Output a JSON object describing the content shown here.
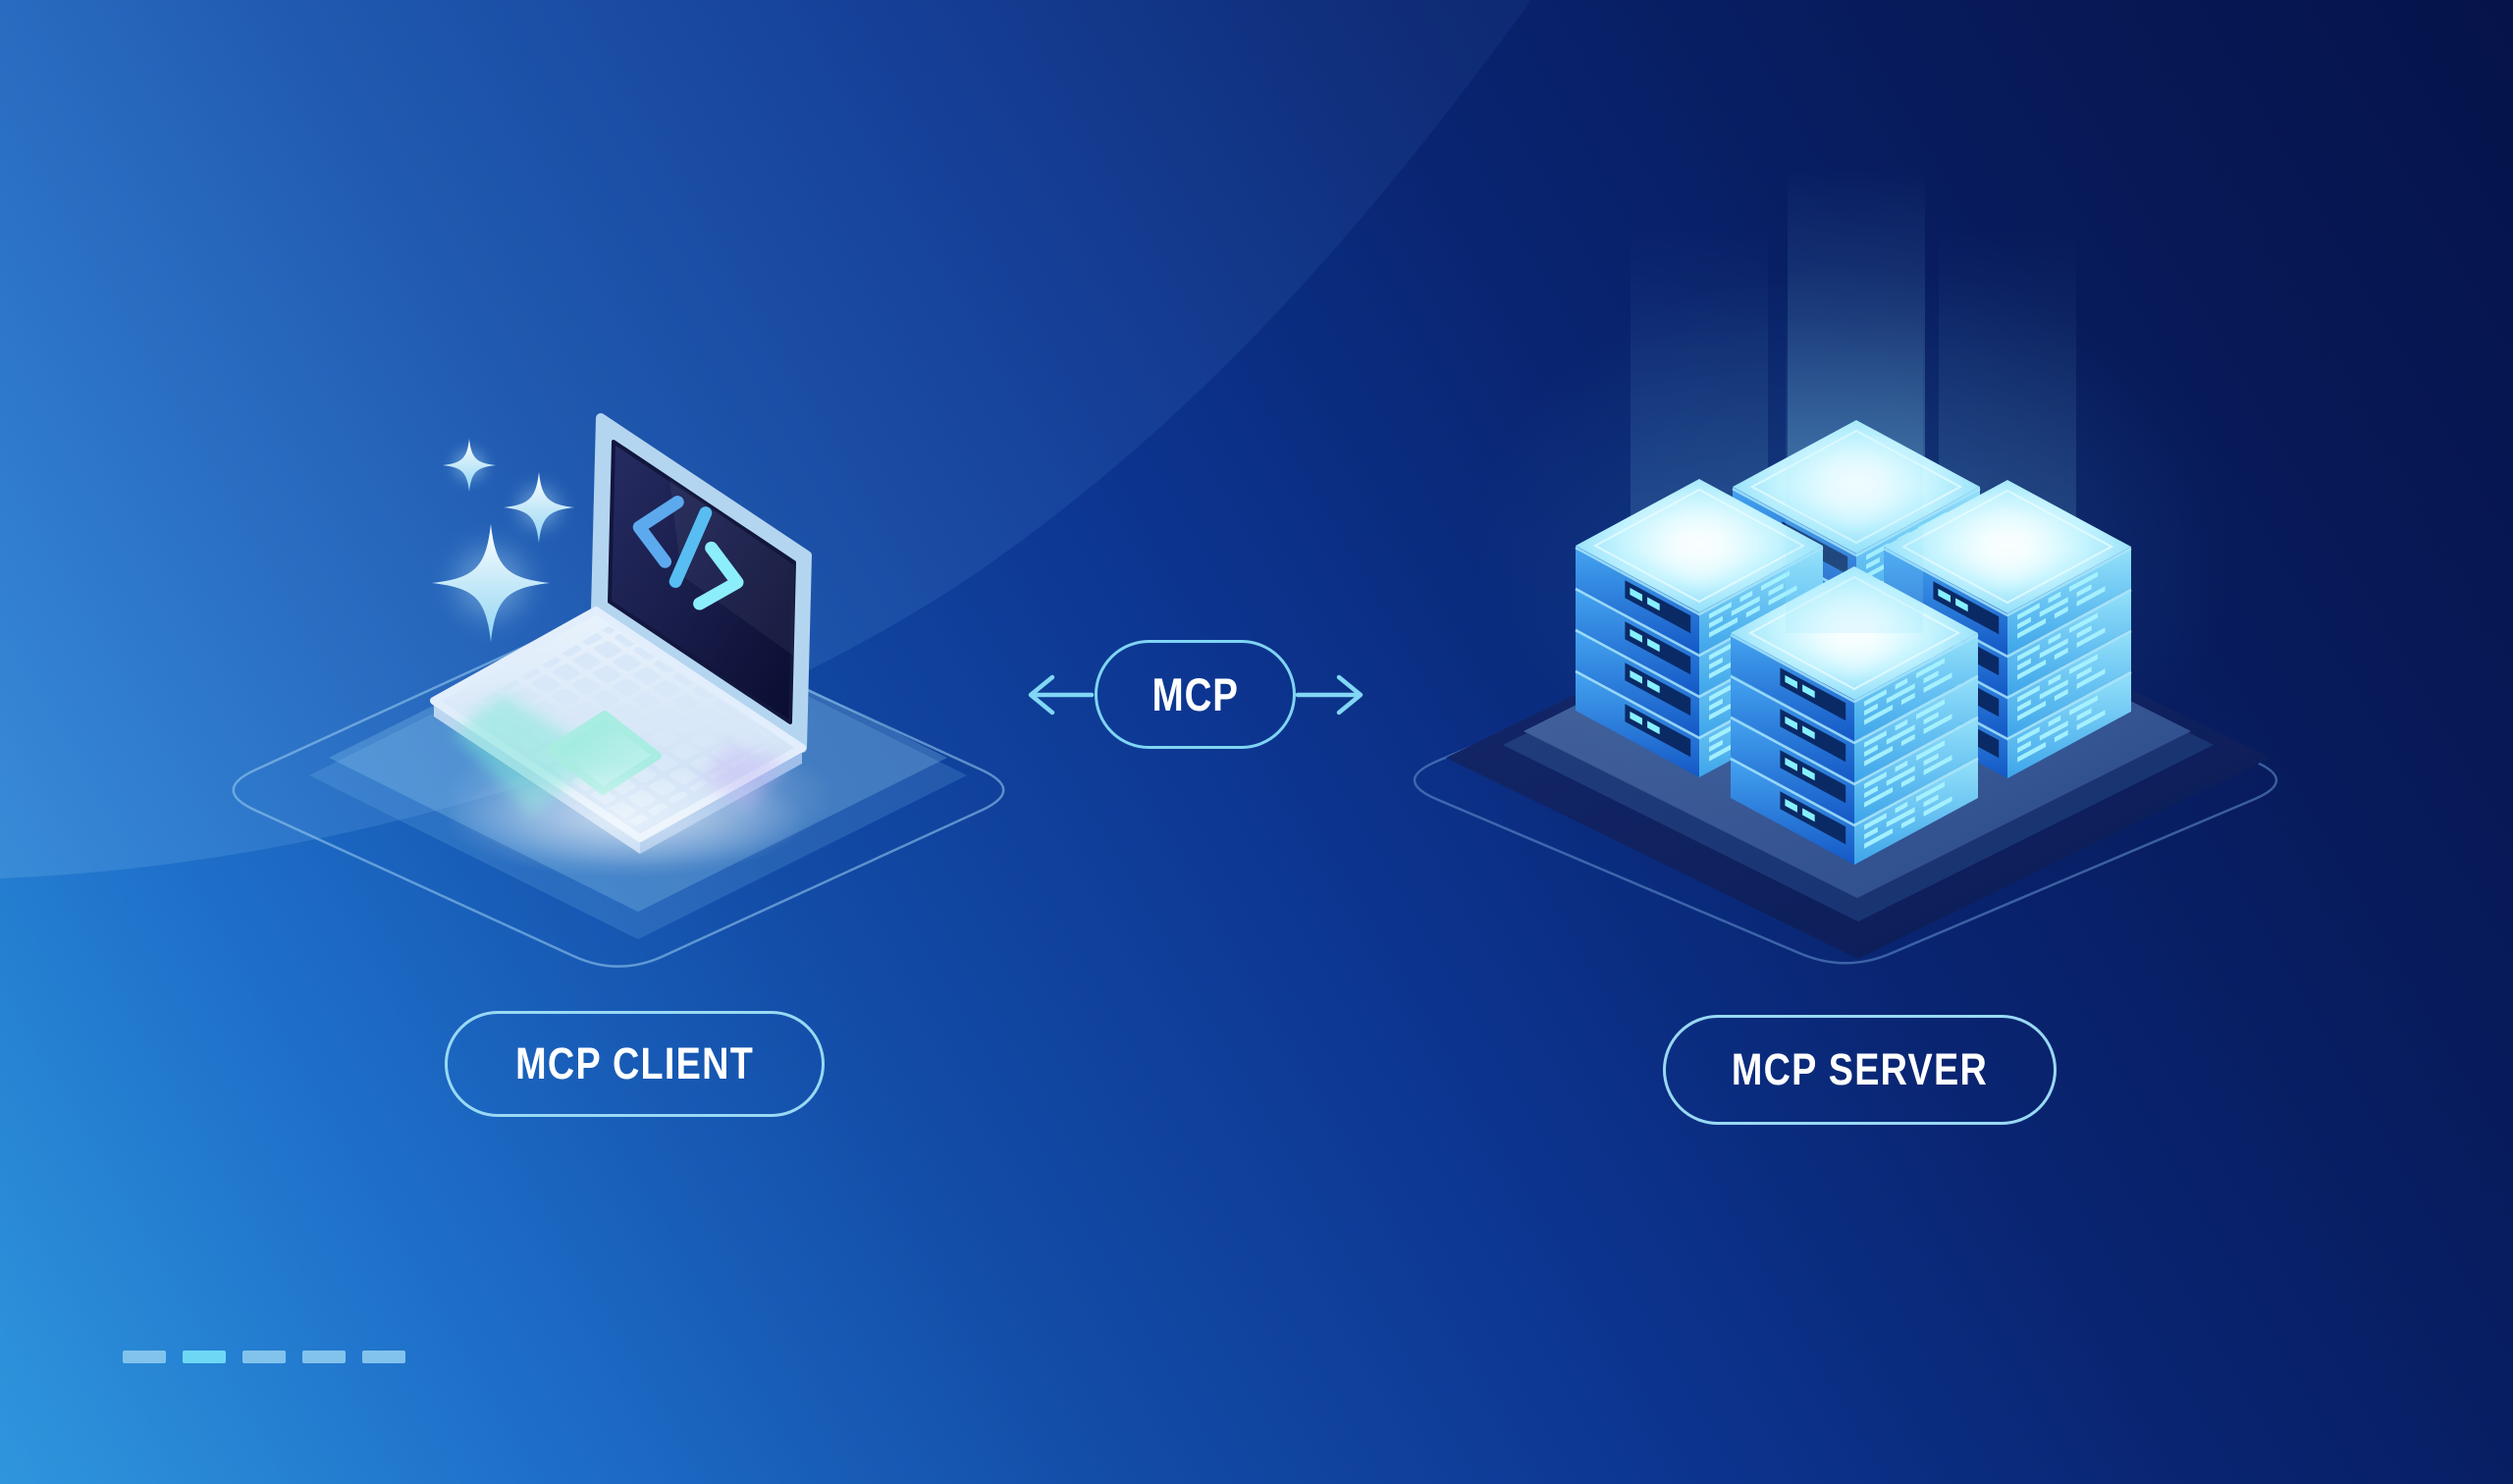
{
  "connection": {
    "label": "MCP",
    "type": "bidirectional-arrows"
  },
  "nodes": {
    "client": {
      "label": "MCP CLIENT",
      "icon": "laptop-code-icon"
    },
    "server": {
      "label": "MCP SERVER",
      "icon": "server-stack-icon"
    }
  },
  "decor": {
    "sparkles_icon": "sparkles-icon",
    "dash_count": 5
  },
  "colors": {
    "accent_cyan": "#7fd5f4",
    "pill_border": "#99d9f4",
    "text": "#ffffff",
    "bg_bright": "#2f96dd",
    "bg_dark": "#06134a",
    "server_glow": "#9ff1ff",
    "dash": "#82c3ec",
    "dash_highlight": "#6ed8f4"
  }
}
